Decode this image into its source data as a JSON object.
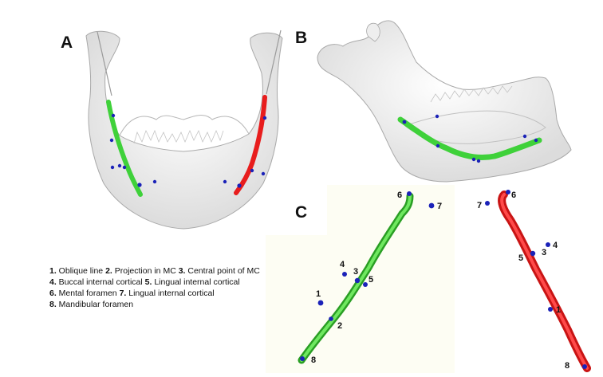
{
  "panels": {
    "a": "A",
    "b": "B",
    "c": "C"
  },
  "legend": {
    "lines": [
      [
        {
          "num": "1.",
          "text": " Oblique line "
        },
        {
          "num": "2.",
          "text": " Projection in MC "
        },
        {
          "num": "3.",
          "text": " Central point of MC"
        }
      ],
      [
        {
          "num": "4.",
          "text": " Buccal internal cortical "
        },
        {
          "num": "5.",
          "text": "  Lingual internal cortical"
        }
      ],
      [
        {
          "num": "6.",
          "text": " Mental foramen "
        },
        {
          "num": "7.",
          "text": " Lingual internal cortical"
        }
      ],
      [
        {
          "num": "8.",
          "text": " Mandibular foramen"
        }
      ]
    ]
  },
  "point_labels_green": [
    "1",
    "2",
    "3",
    "4",
    "5",
    "6",
    "7",
    "8"
  ],
  "point_labels_red": [
    "1",
    "3",
    "4",
    "5",
    "6",
    "7",
    "8"
  ],
  "colors": {
    "left_canal": "#3fd13a",
    "right_canal": "#e81d1d",
    "landmark": "#1b22b8",
    "bone": "#f2f2f2",
    "panel_c_background": "#fdfdf3"
  }
}
